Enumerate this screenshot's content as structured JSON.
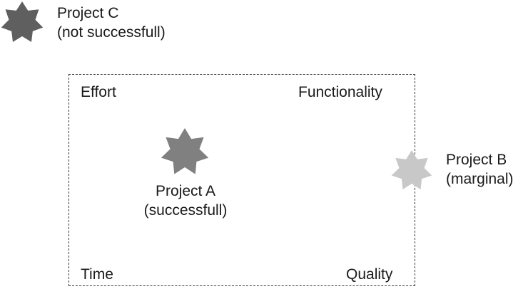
{
  "diagram": {
    "corners": {
      "top_left": "Effort",
      "top_right": "Functionality",
      "bottom_left": "Time",
      "bottom_right": "Quality"
    },
    "projects": {
      "c": {
        "name": "Project C",
        "status": "(not successfull)",
        "color": "#5f5f5f"
      },
      "a": {
        "name": "Project A",
        "status": "(successfull)",
        "color": "#808080"
      },
      "b": {
        "name": "Project B",
        "status": "(marginal)",
        "color": "#c8c8c8"
      }
    },
    "box_border_color": "#3a3a3a"
  }
}
